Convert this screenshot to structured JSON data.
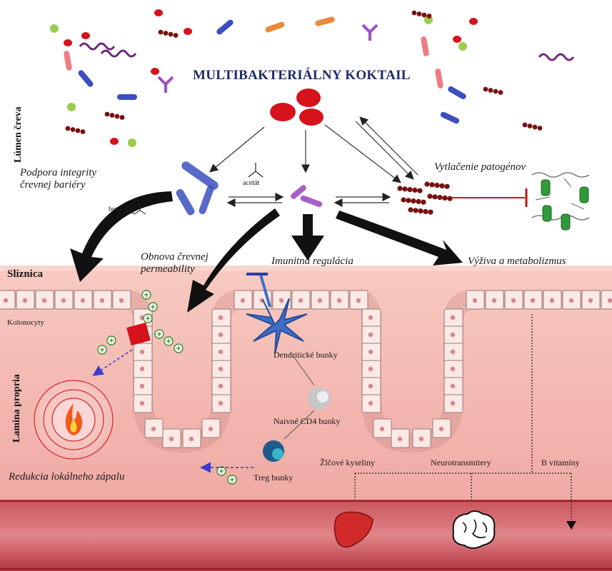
{
  "title": "MULTIBAKTERIÁLNY KOKTAIL",
  "zones": {
    "lumen": "Lúmen čreva",
    "mucosa": "Sliznica",
    "lamina": "Lamina propria"
  },
  "effects": {
    "barrier": "Podpora integrity\nčrevnej bariéry",
    "displacement": "Vytlačenie patogénov",
    "permeability": "Obnova črevnej\npermeability",
    "immune": "Imunitná regulácia",
    "nutrition": "Výživa a metabolizmus",
    "inflammation": "Redukcia lokálneho zápalu"
  },
  "molecules": {
    "acetate": "acetát",
    "butyrate": "butyrát"
  },
  "cells": {
    "colonocytes": "Kolonocyty",
    "dendritic": "Dendritické bunky",
    "naive_cd4": "Naivné CD4 bunky",
    "treg": "Treg bunky"
  },
  "metabolites": {
    "bile_acids": "Žlčové kyseliny",
    "neurotransmitters": "Neurotransmitery",
    "b_vitamins": "B vitamíny"
  },
  "icons": [
    "liver-icon",
    "brain-icon",
    "fire-icon",
    "inhibition-icon",
    "bacteria-icon"
  ],
  "colors": {
    "title": "#1d2a6b",
    "bacteria_red": "#d6121b",
    "bacteria_blue": "#3b4fbf",
    "bacteria_purple": "#a04fc0",
    "bacteria_chain": "#7a1010",
    "tissue": "#f2b7b0",
    "vessel": "#b93a45"
  }
}
